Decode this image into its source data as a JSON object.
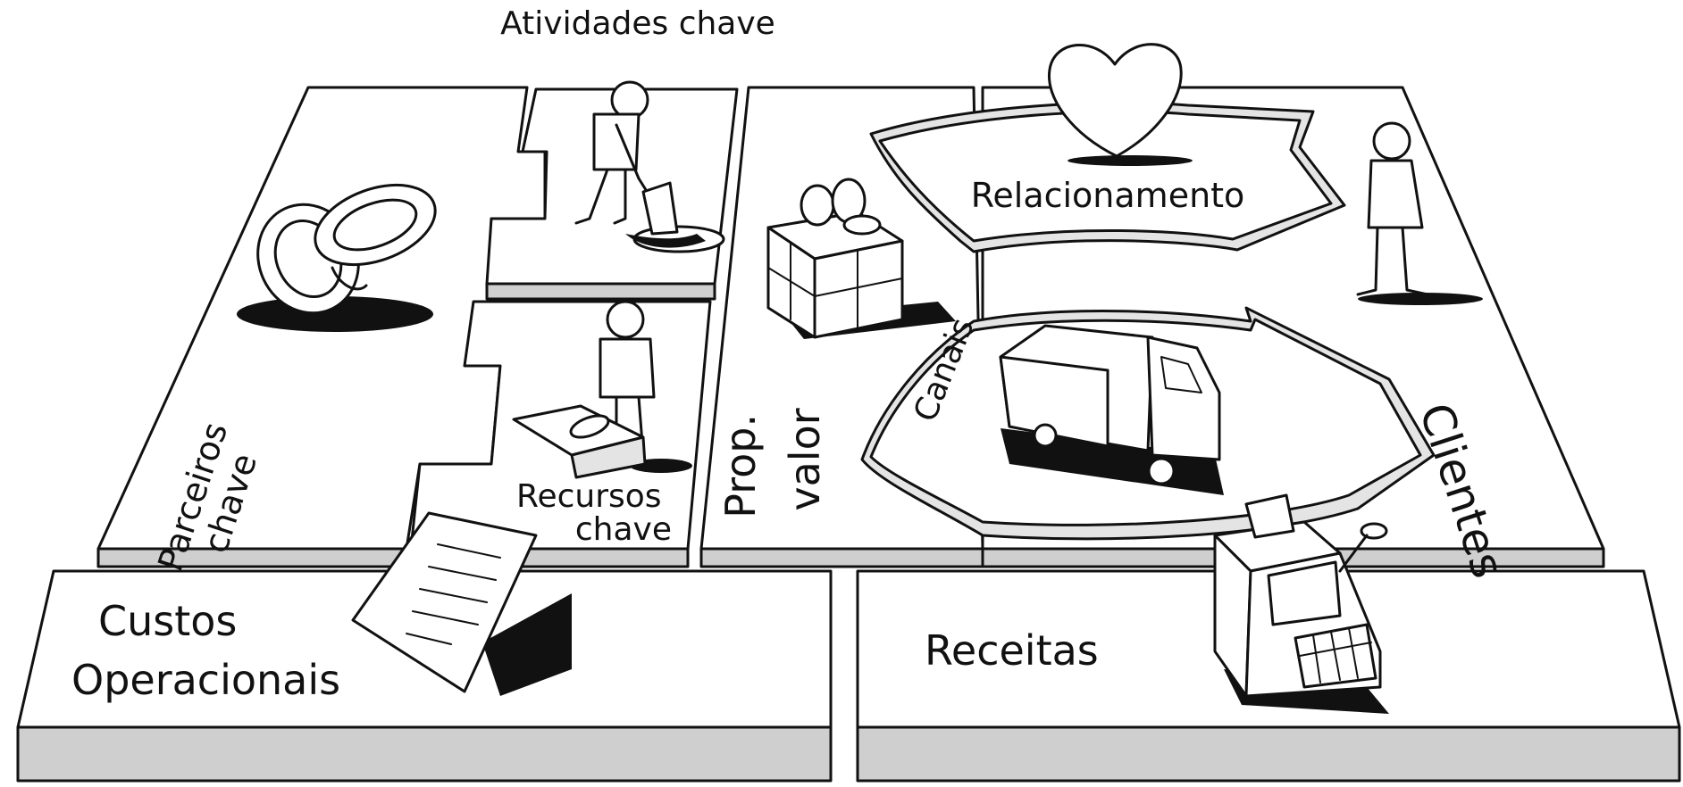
{
  "blocks": {
    "key_activities": "Atividades chave",
    "key_partners": [
      "Parceiros",
      "chave"
    ],
    "key_resources": [
      "Recursos",
      "chave"
    ],
    "value_proposition": [
      "Prop.",
      "valor"
    ],
    "relationship": "Relacionamento",
    "channels": "Canais",
    "customers": "Clientes",
    "costs": [
      "Custos",
      "Operacionais"
    ],
    "revenue": "Receitas"
  },
  "icons": [
    "interlocked-rings-icon",
    "digging-person-icon",
    "person-with-package-icon",
    "gift-box-icon",
    "heart-icon",
    "truck-icon",
    "standing-person-icon",
    "cash-register-icon",
    "document-icon"
  ]
}
